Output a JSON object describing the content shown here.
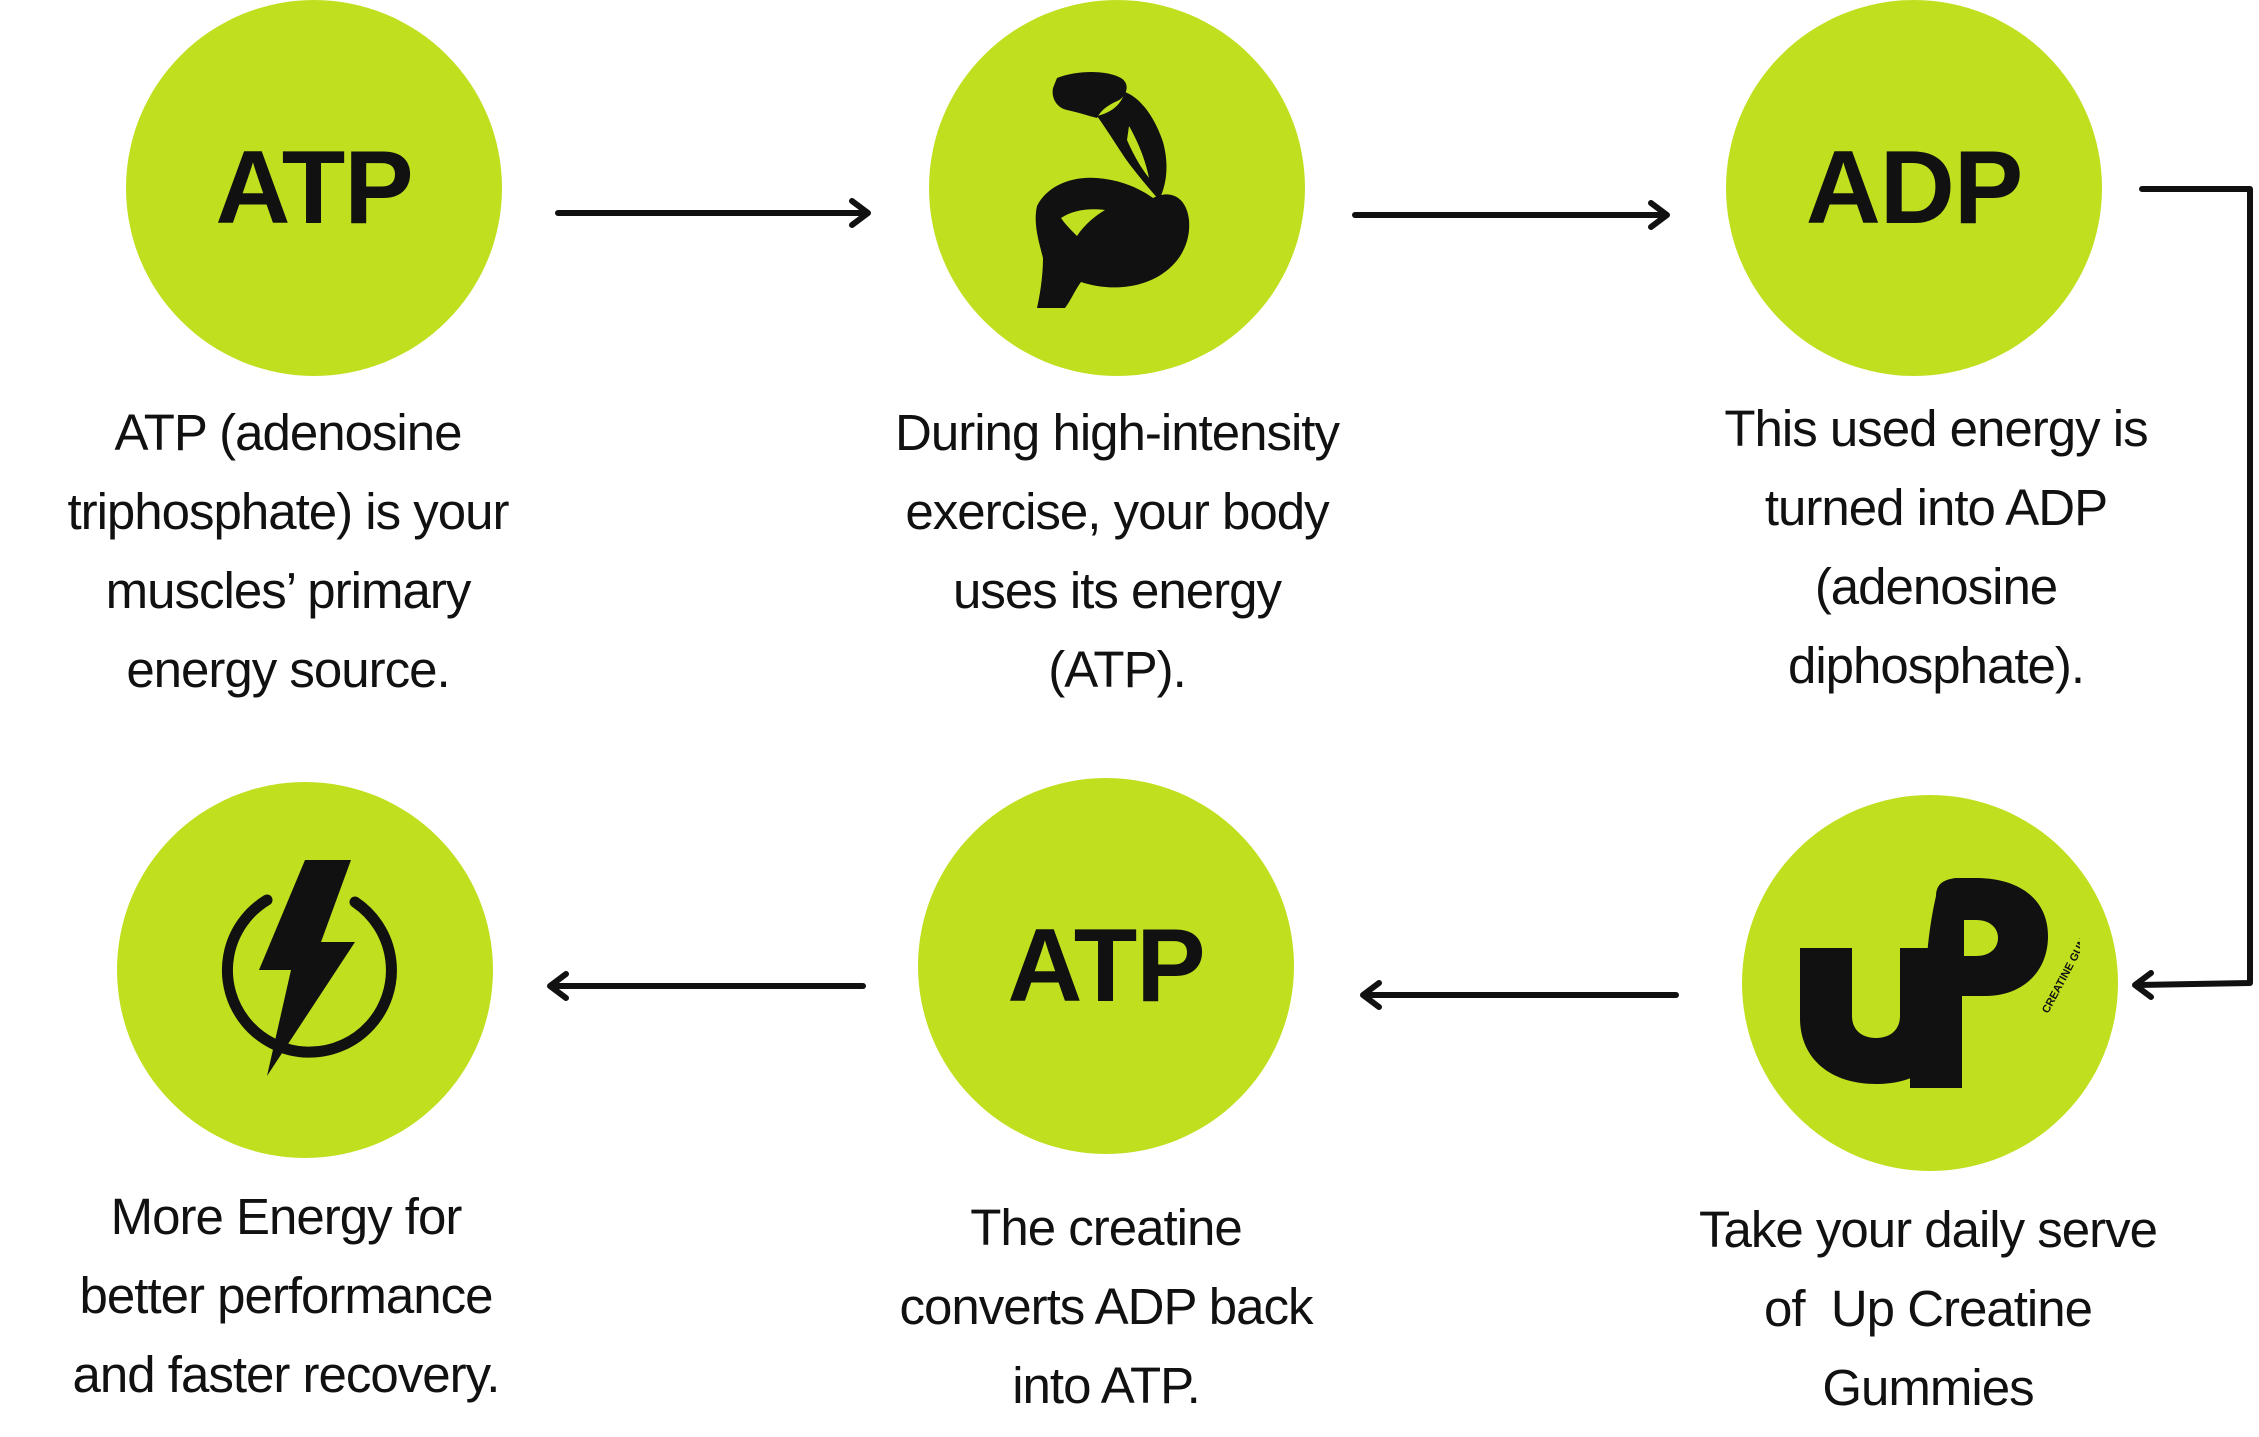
{
  "colors": {
    "circle_fill": "#c0df1f",
    "ink": "#111111",
    "background": "#ffffff"
  },
  "nodes": [
    {
      "id": "atp-start",
      "title": "ATP",
      "icon": null,
      "caption": [
        "ATP (adenosine",
        "triphosphate) is your",
        "muscles’ primary",
        "energy source."
      ]
    },
    {
      "id": "exercise",
      "title": "",
      "icon": "flexed-bicep-icon",
      "caption": [
        "During high-intensity",
        "exercise, your body",
        "uses its energy",
        "(ATP)."
      ]
    },
    {
      "id": "adp",
      "title": "ADP",
      "icon": null,
      "caption": [
        "This used energy is",
        "turned into ADP",
        "(adenosine",
        "diphosphate)."
      ]
    },
    {
      "id": "up-gummies",
      "title": "",
      "icon": "up-creatine-gummies-logo",
      "logo_text": "CREATINE GUMMIES",
      "caption": [
        "Take your daily serve",
        "of  Up Creatine",
        "Gummies"
      ]
    },
    {
      "id": "atp-end",
      "title": "ATP",
      "icon": null,
      "caption": [
        "The creatine",
        "converts ADP back",
        "into ATP."
      ]
    },
    {
      "id": "energy",
      "title": "",
      "icon": "lightning-power-icon",
      "caption": [
        "More Energy for",
        "better performance",
        "and faster recovery."
      ]
    }
  ],
  "edges": [
    {
      "from": "atp-start",
      "to": "exercise"
    },
    {
      "from": "exercise",
      "to": "adp"
    },
    {
      "from": "adp",
      "to": "up-gummies"
    },
    {
      "from": "up-gummies",
      "to": "atp-end"
    },
    {
      "from": "atp-end",
      "to": "energy"
    }
  ]
}
